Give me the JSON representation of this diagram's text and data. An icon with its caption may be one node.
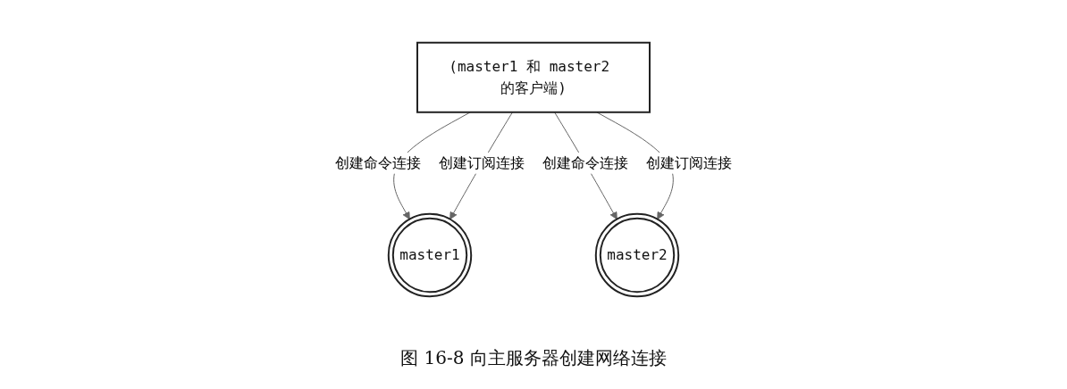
{
  "diagram": {
    "caption": "图 16-8 向主服务器创建网络连接",
    "nodes": [
      {
        "text": [
          "(master1 和 master2 的客户端)"
        ]
      },
      {
        "text": [
          "master1"
        ]
      },
      {
        "text": [
          "master2"
        ]
      }
    ],
    "edges": [
      {
        "from": 0,
        "to": 1,
        "arrow": "to",
        "label": "创建命令连接"
      },
      {
        "from": 0,
        "to": 1,
        "arrow": "to",
        "label": "创建订阅连接"
      },
      {
        "from": 0,
        "to": 2,
        "arrow": "to",
        "label": "创建命令连接"
      },
      {
        "from": 0,
        "to": 2,
        "arrow": "to",
        "label": "创建订阅连接"
      }
    ]
  }
}
